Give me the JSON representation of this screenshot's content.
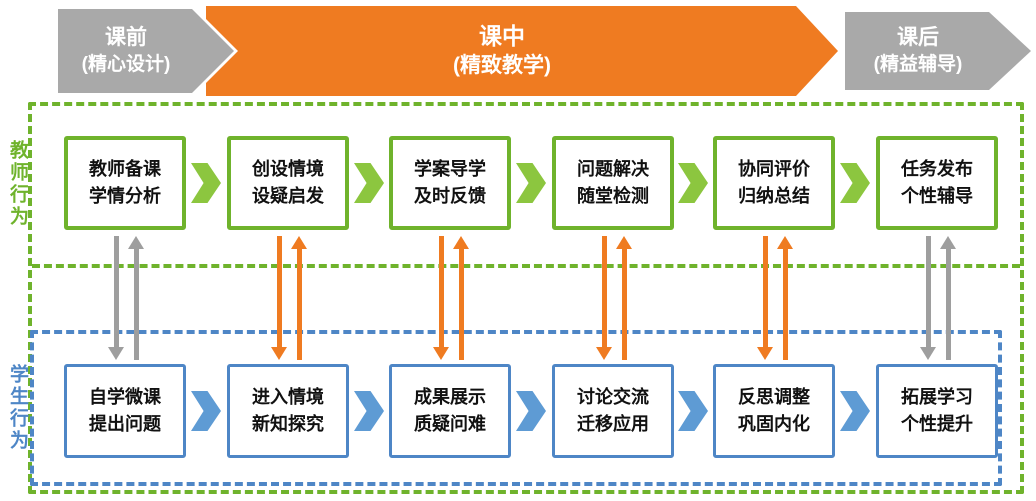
{
  "colors": {
    "orange": "#EF7B21",
    "gray": "#A9A9A9",
    "green": "#6FB32C",
    "blue": "#4E86C6",
    "chevgreen": "#8CC63F",
    "chevblue": "#5E9BD4",
    "ink": "#111111"
  },
  "banners": {
    "pre": {
      "line1": "课前",
      "line2": "(精心设计)"
    },
    "during": {
      "line1": "课中",
      "line2": "(精致教学)"
    },
    "post": {
      "line1": "课后",
      "line2": "(精益辅导)"
    }
  },
  "teacher_lane": {
    "label": "教师行为",
    "boxes": [
      {
        "line1": "教师备课",
        "line2": "学情分析"
      },
      {
        "line1": "创设情境",
        "line2": "设疑启发"
      },
      {
        "line1": "学案导学",
        "line2": "及时反馈"
      },
      {
        "line1": "问题解决",
        "line2": "随堂检测"
      },
      {
        "line1": "协同评价",
        "line2": "归纳总结"
      },
      {
        "line1": "任务发布",
        "line2": "个性辅导"
      }
    ]
  },
  "student_lane": {
    "label": "学生行为",
    "boxes": [
      {
        "line1": "自学微课",
        "line2": "提出问题"
      },
      {
        "line1": "进入情境",
        "line2": "新知探究"
      },
      {
        "line1": "成果展示",
        "line2": "质疑问难"
      },
      {
        "line1": "讨论交流",
        "line2": "迁移应用"
      },
      {
        "line1": "反思调整",
        "line2": "巩固内化"
      },
      {
        "line1": "拓展学习",
        "line2": "个性提升"
      }
    ]
  },
  "exchange_arrows": [
    {
      "color": "gray"
    },
    {
      "color": "orange"
    },
    {
      "color": "orange"
    },
    {
      "color": "orange"
    },
    {
      "color": "orange"
    },
    {
      "color": "gray"
    }
  ]
}
